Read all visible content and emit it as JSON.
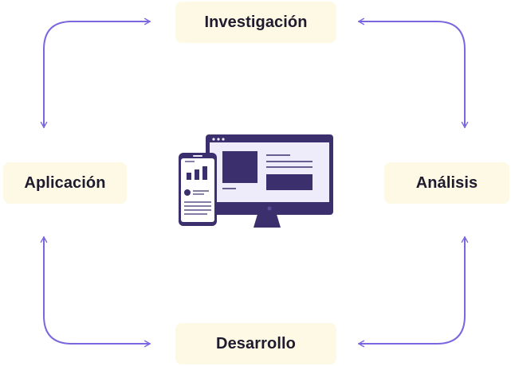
{
  "cycle": {
    "steps": [
      {
        "id": "investigacion",
        "label": "Investigación"
      },
      {
        "id": "analisis",
        "label": "Análisis"
      },
      {
        "id": "desarrollo",
        "label": "Desarrollo"
      },
      {
        "id": "aplicacion",
        "label": "Aplicación"
      }
    ],
    "edges": [
      {
        "from": "aplicacion",
        "to": "investigacion"
      },
      {
        "from": "investigacion",
        "to": "aplicacion"
      },
      {
        "from": "analisis",
        "to": "investigacion"
      },
      {
        "from": "investigacion",
        "to": "analisis"
      },
      {
        "from": "analisis",
        "to": "desarrollo"
      },
      {
        "from": "desarrollo",
        "to": "analisis"
      },
      {
        "from": "aplicacion",
        "to": "desarrollo"
      },
      {
        "from": "desarrollo",
        "to": "aplicacion"
      }
    ]
  },
  "illustration": {
    "icon": "monitor-and-phone-icon"
  },
  "colors": {
    "node_background": "#fdf9e4",
    "node_text": "#1f1b2e",
    "arrow": "#7b66e0",
    "device_dark": "#3b2f6e",
    "device_screen": "#eeebfa"
  }
}
